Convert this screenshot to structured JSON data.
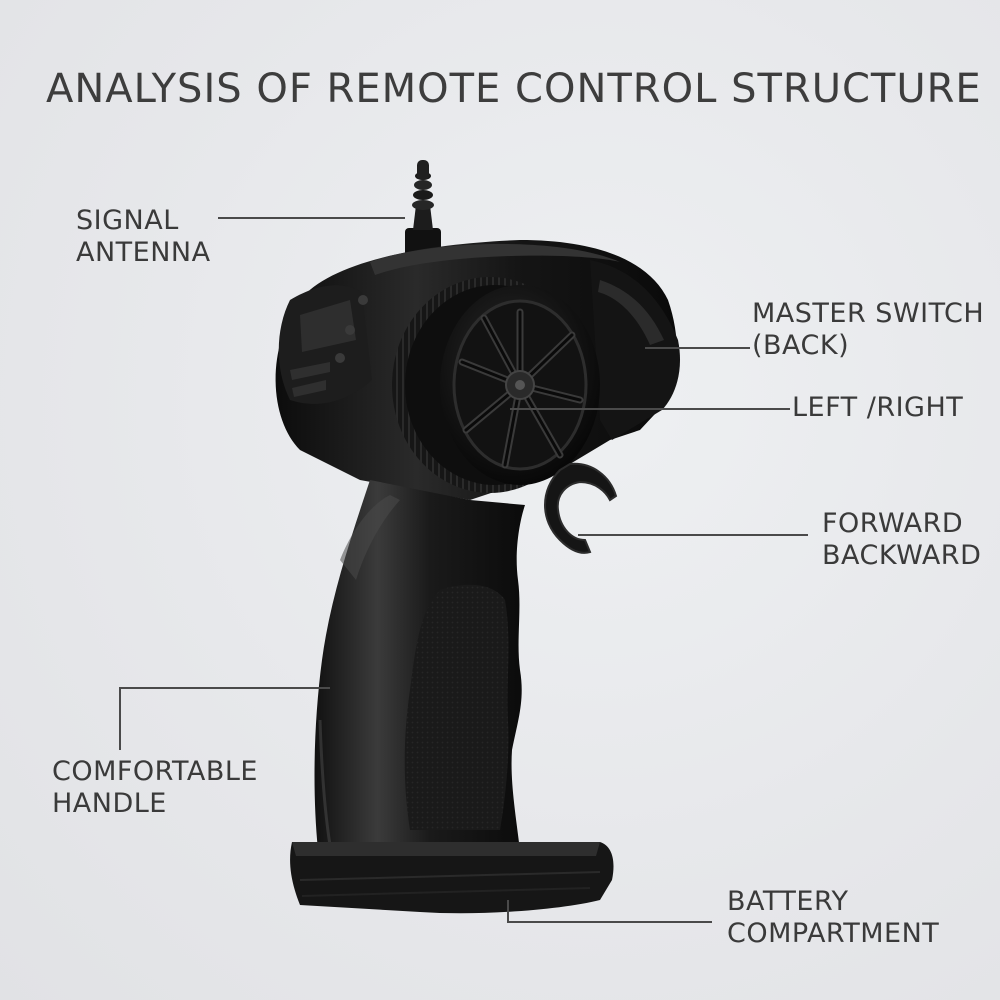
{
  "title": "ANALYSIS OF REMOTE CONTROL STRUCTURE",
  "labels": {
    "antenna": [
      "SIGNAL",
      "ANTENNA"
    ],
    "master_switch": [
      "MASTER SWITCH",
      "(BACK)"
    ],
    "steering": [
      "LEFT /RIGHT"
    ],
    "throttle": [
      "FORWARD",
      "BACKWARD"
    ],
    "handle": [
      "COMFORTABLE",
      "HANDLE"
    ],
    "battery": [
      "BATTERY",
      "COMPARTMENT"
    ]
  },
  "colors": {
    "background": "#e6e7ea",
    "device_body": "#141414",
    "device_highlight": "#3a3a3a",
    "text": "#3a3a3a",
    "leader_line": "#4a4a4a"
  }
}
